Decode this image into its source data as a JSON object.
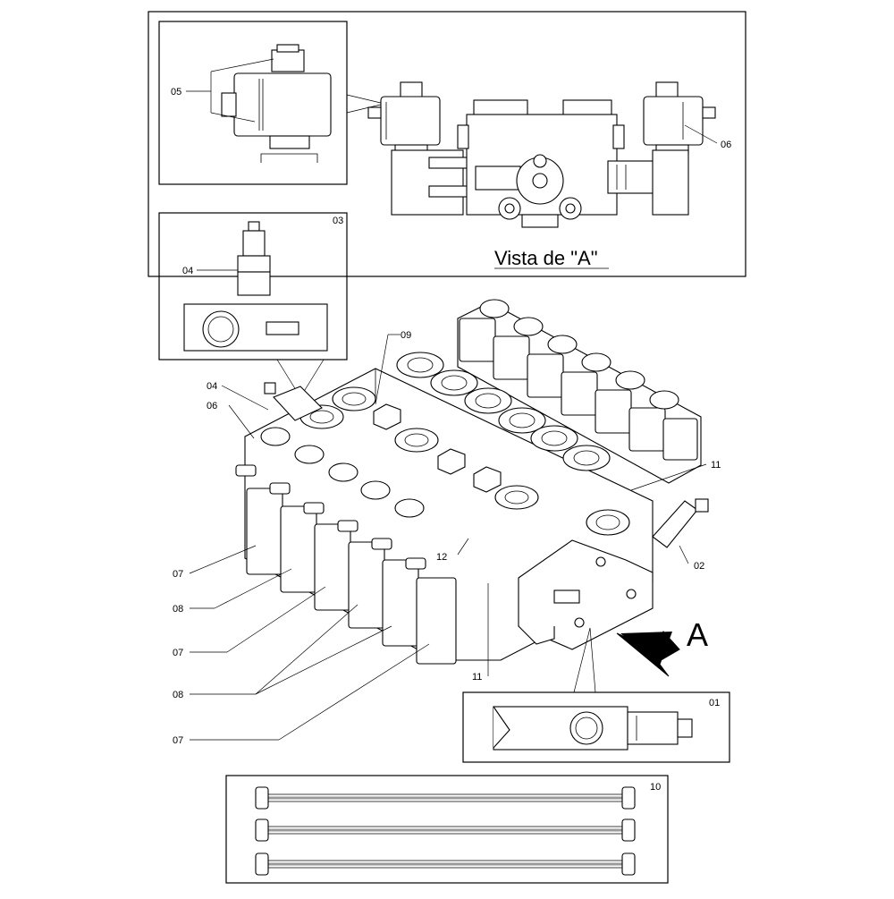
{
  "diagram": {
    "vista_label": "Vista de \"A\"",
    "arrow_label": "A",
    "callouts": {
      "c05": "05",
      "c06_vista": "06",
      "c03": "03",
      "c04_box": "04",
      "c09": "09",
      "c04": "04",
      "c06": "06",
      "c11_top": "11",
      "c02": "02",
      "c12": "12",
      "c07_a": "07",
      "c08_a": "08",
      "c07_b": "07",
      "c08_b": "08",
      "c07_c": "07",
      "c11_bottom": "11",
      "c01": "01",
      "c10": "10"
    }
  }
}
